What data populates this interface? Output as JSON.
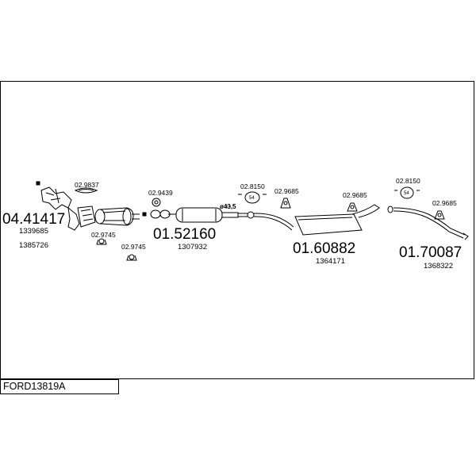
{
  "product_code": "FORD13819A",
  "parts": [
    {
      "id": "front",
      "number": "04.41417",
      "oem": [
        "1339685",
        "1385726"
      ]
    },
    {
      "id": "mid",
      "number": "01.52160",
      "oem": [
        "1307932"
      ]
    },
    {
      "id": "center",
      "number": "01.60882",
      "oem": [
        "1364171"
      ]
    },
    {
      "id": "rear",
      "number": "01.70087",
      "oem": [
        "1368322"
      ]
    }
  ],
  "accessories": {
    "a1": "02.9837",
    "a2": "02.9745",
    "a3": "02.9745",
    "a4": "02.9439",
    "a5": "02.8150",
    "a6": "02.9685",
    "a7": "02.9685",
    "a8": "02.8150",
    "a9": "02.9685"
  },
  "pipe_diameter_label": "ø43,5",
  "clamp_size_label": "54"
}
